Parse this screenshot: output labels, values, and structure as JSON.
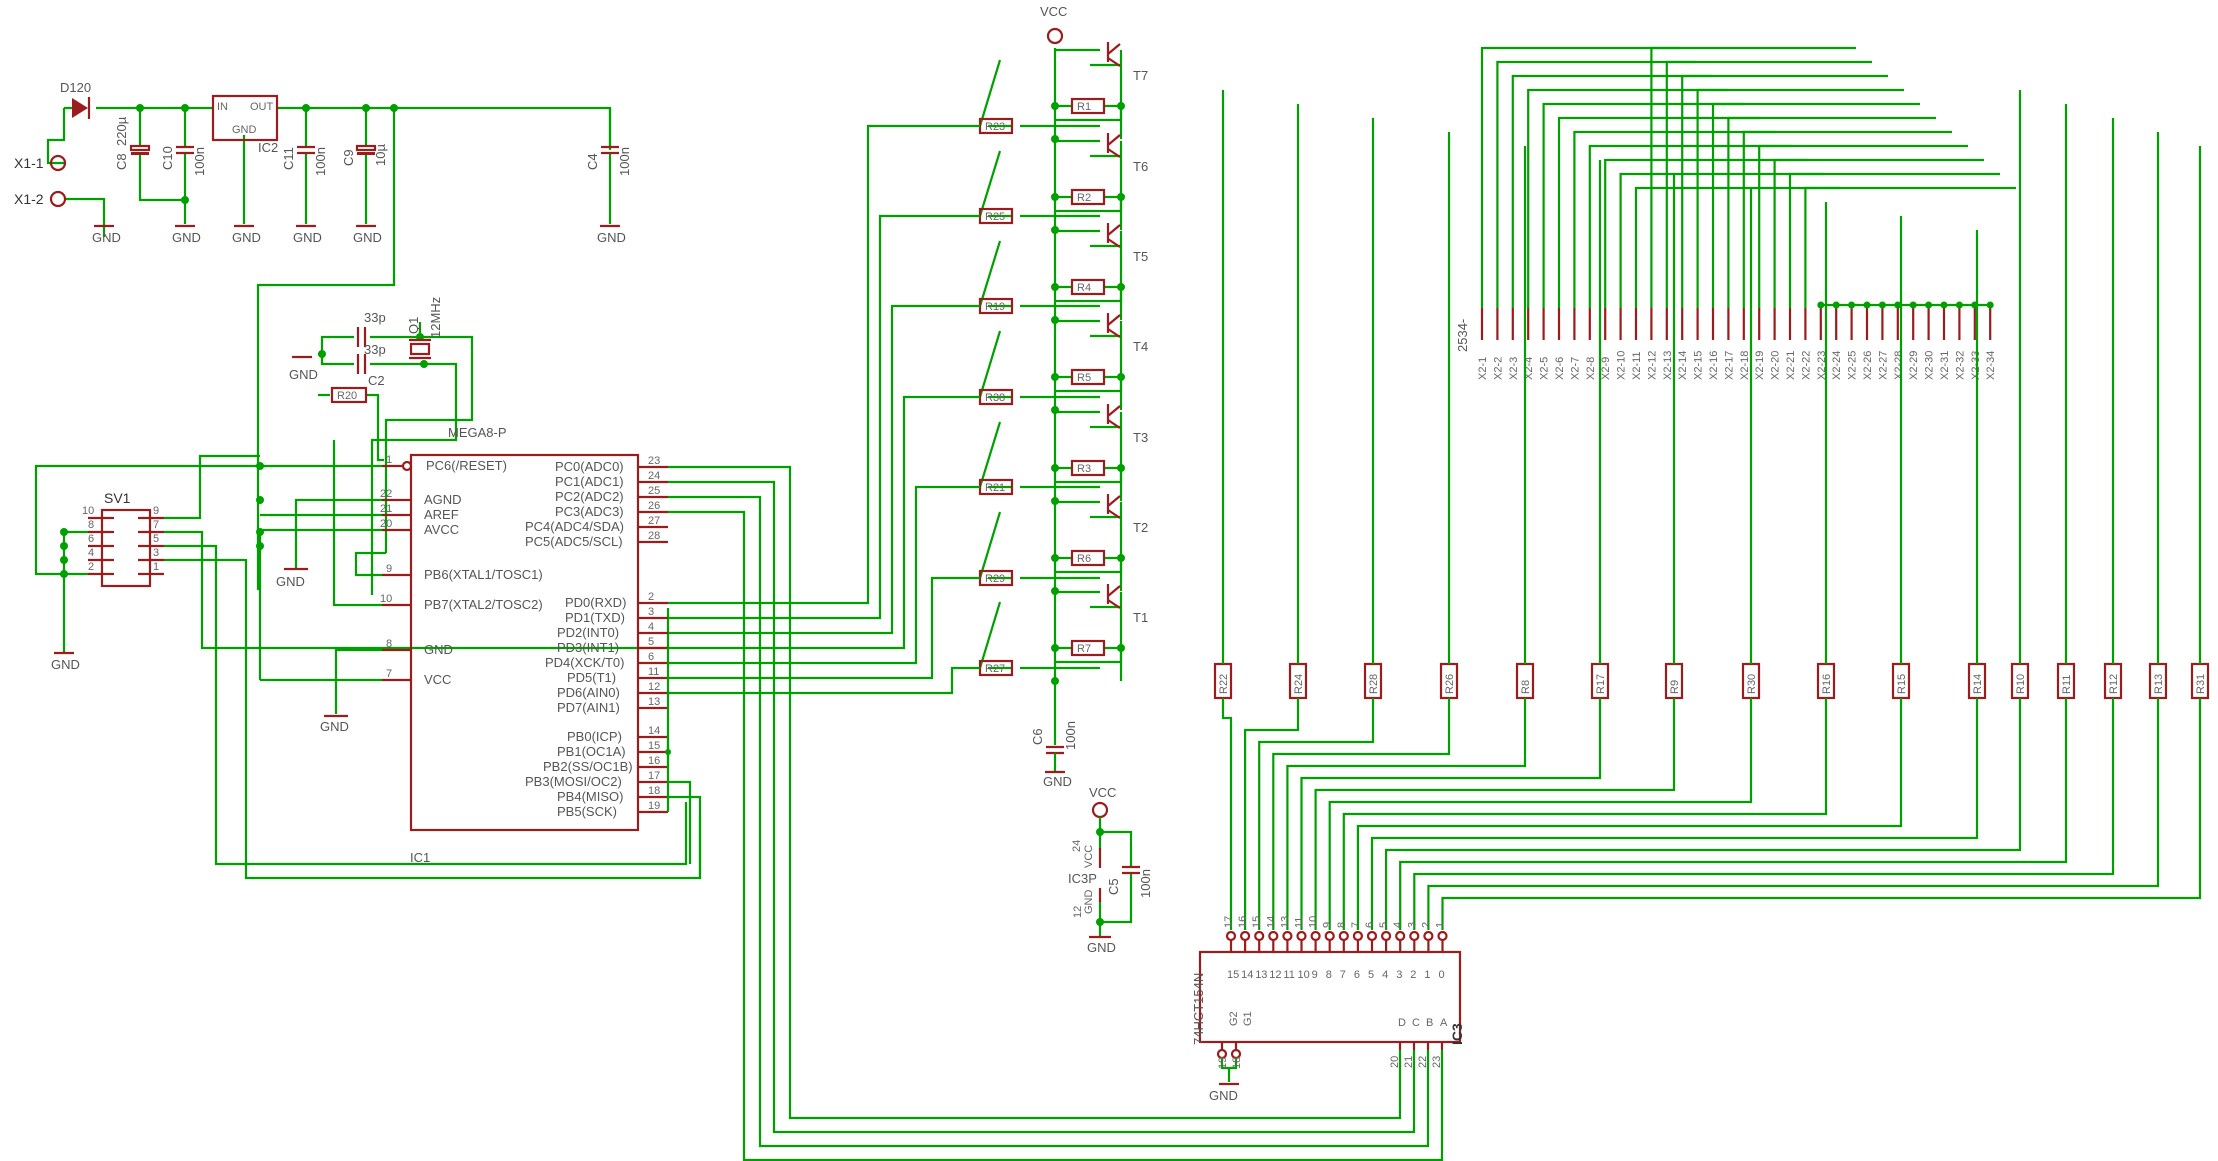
{
  "supply": {
    "vcc_top": "VCC",
    "vcc_ic3": "VCC",
    "gnd": "GND",
    "x1_1": "X1-1",
    "x1_2": "X1-2",
    "d120": "D120",
    "ic2": "IC2",
    "ic2_in": "IN",
    "ic2_out": "OUT",
    "ic2_gnd": "GND",
    "c8": "C8",
    "c8_val": "220µ",
    "c10": "C10",
    "c10_val": "100n",
    "c11": "C11",
    "c11_val": "100n",
    "c9": "C9",
    "c9_val": "10µ",
    "c4": "C4",
    "c4_val": "100n"
  },
  "crystal": {
    "c1_val": "33p",
    "c2_val": "33p",
    "c2": "C2",
    "q1": "Q1",
    "q1_val": "12MHz",
    "r20": "R20"
  },
  "sv1": {
    "name": "SV1",
    "pins_left": [
      "10",
      "8",
      "6",
      "4",
      "2"
    ],
    "pins_right": [
      "9",
      "7",
      "5",
      "3",
      "1"
    ]
  },
  "ic1": {
    "name": "IC1",
    "part": "MEGA8-P",
    "left_pins": [
      {
        "num": "1",
        "label": "PC6(/RESET)"
      },
      {
        "num": "22",
        "label": "AGND"
      },
      {
        "num": "21",
        "label": "AREF"
      },
      {
        "num": "20",
        "label": "AVCC"
      },
      {
        "num": "9",
        "label": "PB6(XTAL1/TOSC1)"
      },
      {
        "num": "10",
        "label": "PB7(XTAL2/TOSC2)"
      },
      {
        "num": "8",
        "label": "GND"
      },
      {
        "num": "7",
        "label": "VCC"
      }
    ],
    "right_pins": [
      {
        "num": "23",
        "label": "PC0(ADC0)"
      },
      {
        "num": "24",
        "label": "PC1(ADC1)"
      },
      {
        "num": "25",
        "label": "PC2(ADC2)"
      },
      {
        "num": "26",
        "label": "PC3(ADC3)"
      },
      {
        "num": "27",
        "label": "PC4(ADC4/SDA)"
      },
      {
        "num": "28",
        "label": "PC5(ADC5/SCL)"
      },
      {
        "num": "2",
        "label": "PD0(RXD)"
      },
      {
        "num": "3",
        "label": "PD1(TXD)"
      },
      {
        "num": "4",
        "label": "PD2(INT0)"
      },
      {
        "num": "5",
        "label": "PD3(INT1)"
      },
      {
        "num": "6",
        "label": "PD4(XCK/T0)"
      },
      {
        "num": "11",
        "label": "PD5(T1)"
      },
      {
        "num": "12",
        "label": "PD6(AIN0)"
      },
      {
        "num": "13",
        "label": "PD7(AIN1)"
      },
      {
        "num": "14",
        "label": "PB0(ICP)"
      },
      {
        "num": "15",
        "label": "PB1(OC1A)"
      },
      {
        "num": "16",
        "label": "PB2(SS/OC1B)"
      },
      {
        "num": "17",
        "label": "PB3(MOSI/OC2)"
      },
      {
        "num": "18",
        "label": "PB4(MISO)"
      },
      {
        "num": "19",
        "label": "PB5(SCK)"
      }
    ]
  },
  "transistors": [
    {
      "t": "T7",
      "r": "R1",
      "rb": "R23"
    },
    {
      "t": "T6",
      "r": "R2",
      "rb": "R25"
    },
    {
      "t": "T5",
      "r": "R4",
      "rb": "R19"
    },
    {
      "t": "T4",
      "r": "R5",
      "rb": "R38"
    },
    {
      "t": "T3",
      "r": "R3",
      "rb": "R21"
    },
    {
      "t": "T2",
      "r": "R6",
      "rb": "R29"
    },
    {
      "t": "T1",
      "r": "R7",
      "rb": "R27"
    }
  ],
  "c6": {
    "name": "C6",
    "val": "100n"
  },
  "ic3p": {
    "name": "IC3P",
    "pin_vcc": "24",
    "pin_gnd": "12",
    "vcc": "VCC",
    "gnd": "GND",
    "c5": "C5",
    "c5_val": "100n"
  },
  "connector": {
    "name": "2534-",
    "pins": [
      "X2-1",
      "X2-2",
      "X2-3",
      "X2-4",
      "X2-5",
      "X2-6",
      "X2-7",
      "X2-8",
      "X2-9",
      "X2-10",
      "X2-11",
      "X2-12",
      "X2-13",
      "X2-14",
      "X2-15",
      "X2-16",
      "X2-17",
      "X2-18",
      "X2-19",
      "X2-20",
      "X2-21",
      "X2-22",
      "X2-23",
      "X2-24",
      "X2-25",
      "X2-26",
      "X2-27",
      "X2-28",
      "X2-29",
      "X2-30",
      "X2-31",
      "X2-32",
      "X2-33",
      "X2-34"
    ]
  },
  "column_resistors": [
    "R22",
    "R24",
    "R28",
    "R26",
    "R8",
    "R17",
    "R9",
    "R30",
    "R16",
    "R15",
    "R14",
    "R10",
    "R11",
    "R12",
    "R13",
    "R31"
  ],
  "ic3": {
    "name": "IC3",
    "part": "74HCT154N",
    "top_pins": [
      "17",
      "16",
      "15",
      "14",
      "13",
      "11",
      "10",
      "9",
      "8",
      "7",
      "6",
      "5",
      "4",
      "3",
      "2",
      "1"
    ],
    "outputs": [
      "15",
      "14",
      "13",
      "12",
      "11",
      "10",
      "9",
      "8",
      "7",
      "6",
      "5",
      "4",
      "3",
      "2",
      "1",
      "0"
    ],
    "g_labels": [
      "G2",
      "G1"
    ],
    "abcd": [
      "D",
      "C",
      "B",
      "A"
    ],
    "bottom_left": [
      "19",
      "18"
    ],
    "bottom_right": [
      "20",
      "21",
      "22",
      "23"
    ]
  }
}
